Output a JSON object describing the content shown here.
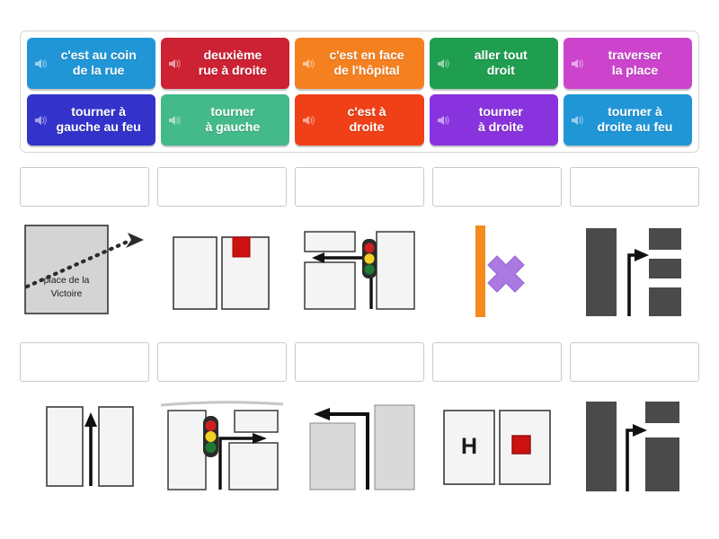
{
  "activity": {
    "type": "match-up",
    "language": "fr"
  },
  "tile_bank": {
    "rows": [
      [
        {
          "label": "c'est au coin de la rue",
          "line1": "c'est au coin",
          "line2": "de la rue",
          "color": "#2196d6",
          "icon": "speaker-icon"
        },
        {
          "label": "deuxième rue à droite",
          "line1": "deuxième",
          "line2": "rue à droite",
          "color": "#cc2233",
          "icon": "speaker-icon"
        },
        {
          "label": "c'est en face de l'hôpital",
          "line1": "c'est en face",
          "line2": "de l'hôpital",
          "color": "#f58020",
          "icon": "speaker-icon"
        },
        {
          "label": "aller tout droit",
          "line1": "aller tout",
          "line2": "droit",
          "color": "#1f9e4f",
          "icon": "speaker-icon"
        },
        {
          "label": "traverser la place",
          "line1": "traverser",
          "line2": "la place",
          "color": "#cc44cc",
          "icon": "speaker-icon"
        }
      ],
      [
        {
          "label": "tourner à gauche au feu",
          "line1": "tourner à",
          "line2": "gauche au feu",
          "color": "#3333cc",
          "icon": "speaker-icon"
        },
        {
          "label": "tourner à gauche",
          "line1": "tourner",
          "line2": "à gauche",
          "color": "#44b98a",
          "icon": "speaker-icon"
        },
        {
          "label": "c'est à droite",
          "line1": "c'est à",
          "line2": "droite",
          "color": "#f04018",
          "icon": "speaker-icon"
        },
        {
          "label": "tourner à droite",
          "line1": "tourner",
          "line2": "à droite",
          "color": "#8833dd",
          "icon": "speaker-icon"
        },
        {
          "label": "tourner à droite au feu",
          "line1": "tourner à",
          "line2": "droite au feu",
          "color": "#2196d6",
          "icon": "speaker-icon"
        }
      ]
    ]
  },
  "answer_rows": [
    {
      "cells": [
        {
          "slot_value": "",
          "picture": "place-de-la-victoire",
          "picture_caption_line1": "place de la",
          "picture_caption_line2": "Victoire"
        },
        {
          "slot_value": "",
          "picture": "street-corner-red-marker"
        },
        {
          "slot_value": "",
          "picture": "traffic-light-left-turn"
        },
        {
          "slot_value": "",
          "picture": "orange-bar-purple-cross"
        },
        {
          "slot_value": "",
          "picture": "second-street-right-turn"
        }
      ]
    },
    {
      "cells": [
        {
          "slot_value": "",
          "picture": "straight-ahead-arrow"
        },
        {
          "slot_value": "",
          "picture": "traffic-light-right-turn"
        },
        {
          "slot_value": "",
          "picture": "left-turn-arrow"
        },
        {
          "slot_value": "",
          "picture": "hospital-opposite-red-marker",
          "picture_letter": "H"
        },
        {
          "slot_value": "",
          "picture": "first-street-right-turn"
        }
      ]
    }
  ],
  "colors": {
    "page_background": "#ffffff",
    "panel_border": "#d4d4d4",
    "slot_border": "#c9c9c9",
    "map_gray": "#d4d4d4",
    "map_dark": "#4a4a4a",
    "marker_red": "#cc1111",
    "orange_bar": "#f58a1f",
    "purple_cross": "#aa7ae0",
    "traffic_red": "#cc1f1f",
    "traffic_yellow": "#f2d024",
    "traffic_green": "#1f7a33"
  }
}
